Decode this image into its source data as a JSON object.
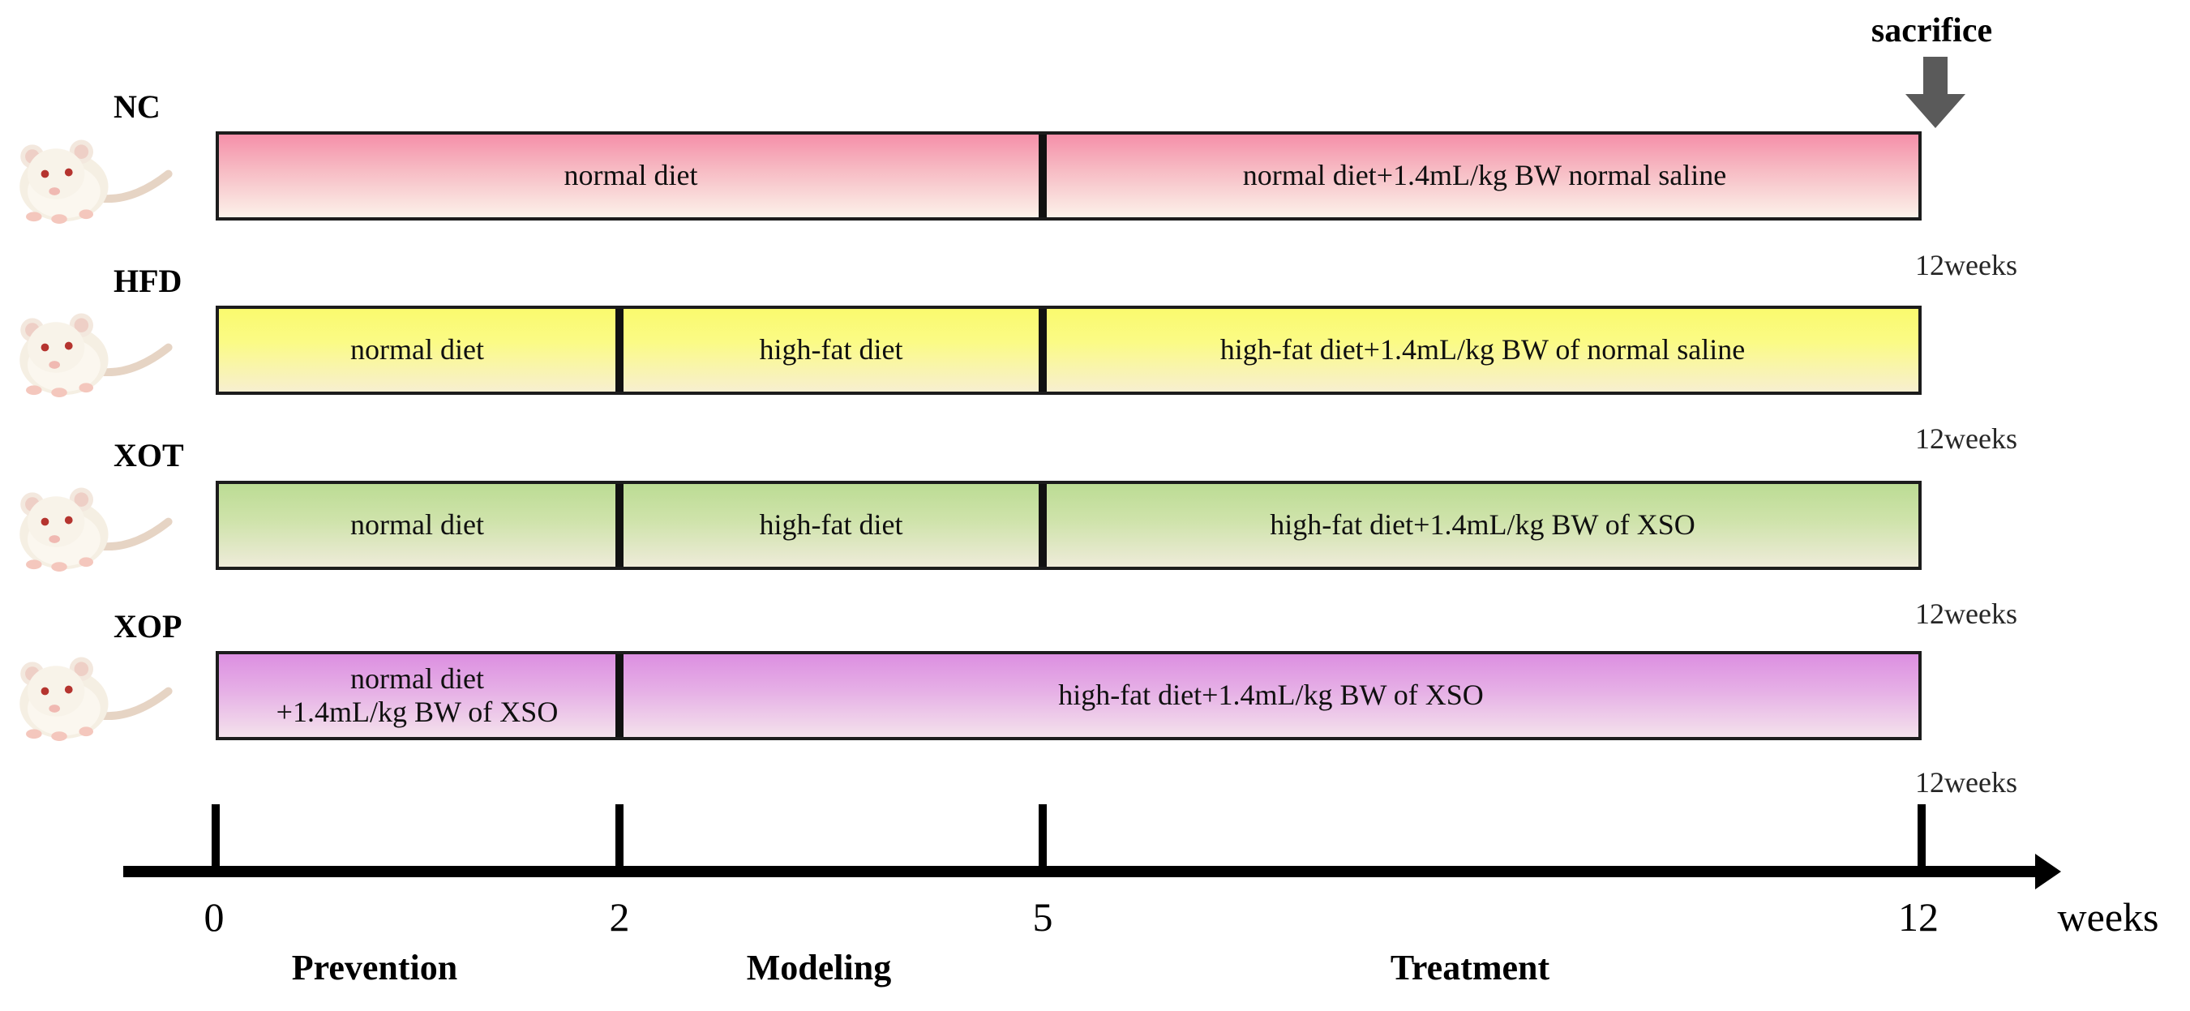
{
  "figure": {
    "sacrifice_label": "sacrifice",
    "arrow_color": "#5a5a5a"
  },
  "groups": [
    {
      "name": "NC",
      "duration": "12weeks",
      "colors": {
        "top": "#f58fa9",
        "bottom": "#fcf2ea"
      },
      "segments": [
        {
          "label": "normal diet",
          "from_week": 0,
          "to_week": 5
        },
        {
          "label": "normal diet+1.4mL/kg BW normal saline",
          "from_week": 5,
          "to_week": 12
        }
      ]
    },
    {
      "name": "HFD",
      "duration": "12weeks",
      "colors": {
        "top": "#fafa6e",
        "bottom": "#f7efd0"
      },
      "segments": [
        {
          "label": "normal diet",
          "from_week": 0,
          "to_week": 2
        },
        {
          "label": "high-fat diet",
          "from_week": 2,
          "to_week": 5
        },
        {
          "label": "high-fat diet+1.4mL/kg BW of normal saline",
          "from_week": 5,
          "to_week": 12
        }
      ]
    },
    {
      "name": "XOT",
      "duration": "12weeks",
      "colors": {
        "top": "#bcdc94",
        "bottom": "#eeebd9"
      },
      "segments": [
        {
          "label": "normal diet",
          "from_week": 0,
          "to_week": 2
        },
        {
          "label": "high-fat diet",
          "from_week": 2,
          "to_week": 5
        },
        {
          "label": "high-fat diet+1.4mL/kg BW of XSO",
          "from_week": 5,
          "to_week": 12
        }
      ]
    },
    {
      "name": "XOP",
      "duration": "12weeks",
      "colors": {
        "top": "#dc8fe1",
        "bottom": "#f4e2ec"
      },
      "segments": [
        {
          "label": "normal diet\n+1.4mL/kg BW of XSO",
          "from_week": 0,
          "to_week": 2
        },
        {
          "label": "high-fat diet+1.4mL/kg BW of XSO",
          "from_week": 2,
          "to_week": 12
        }
      ]
    }
  ],
  "timeline": {
    "ticks": [
      "0",
      "2",
      "5",
      "12"
    ],
    "unit": "weeks",
    "phases": [
      "Prevention",
      "Modeling",
      "Treatment"
    ]
  }
}
